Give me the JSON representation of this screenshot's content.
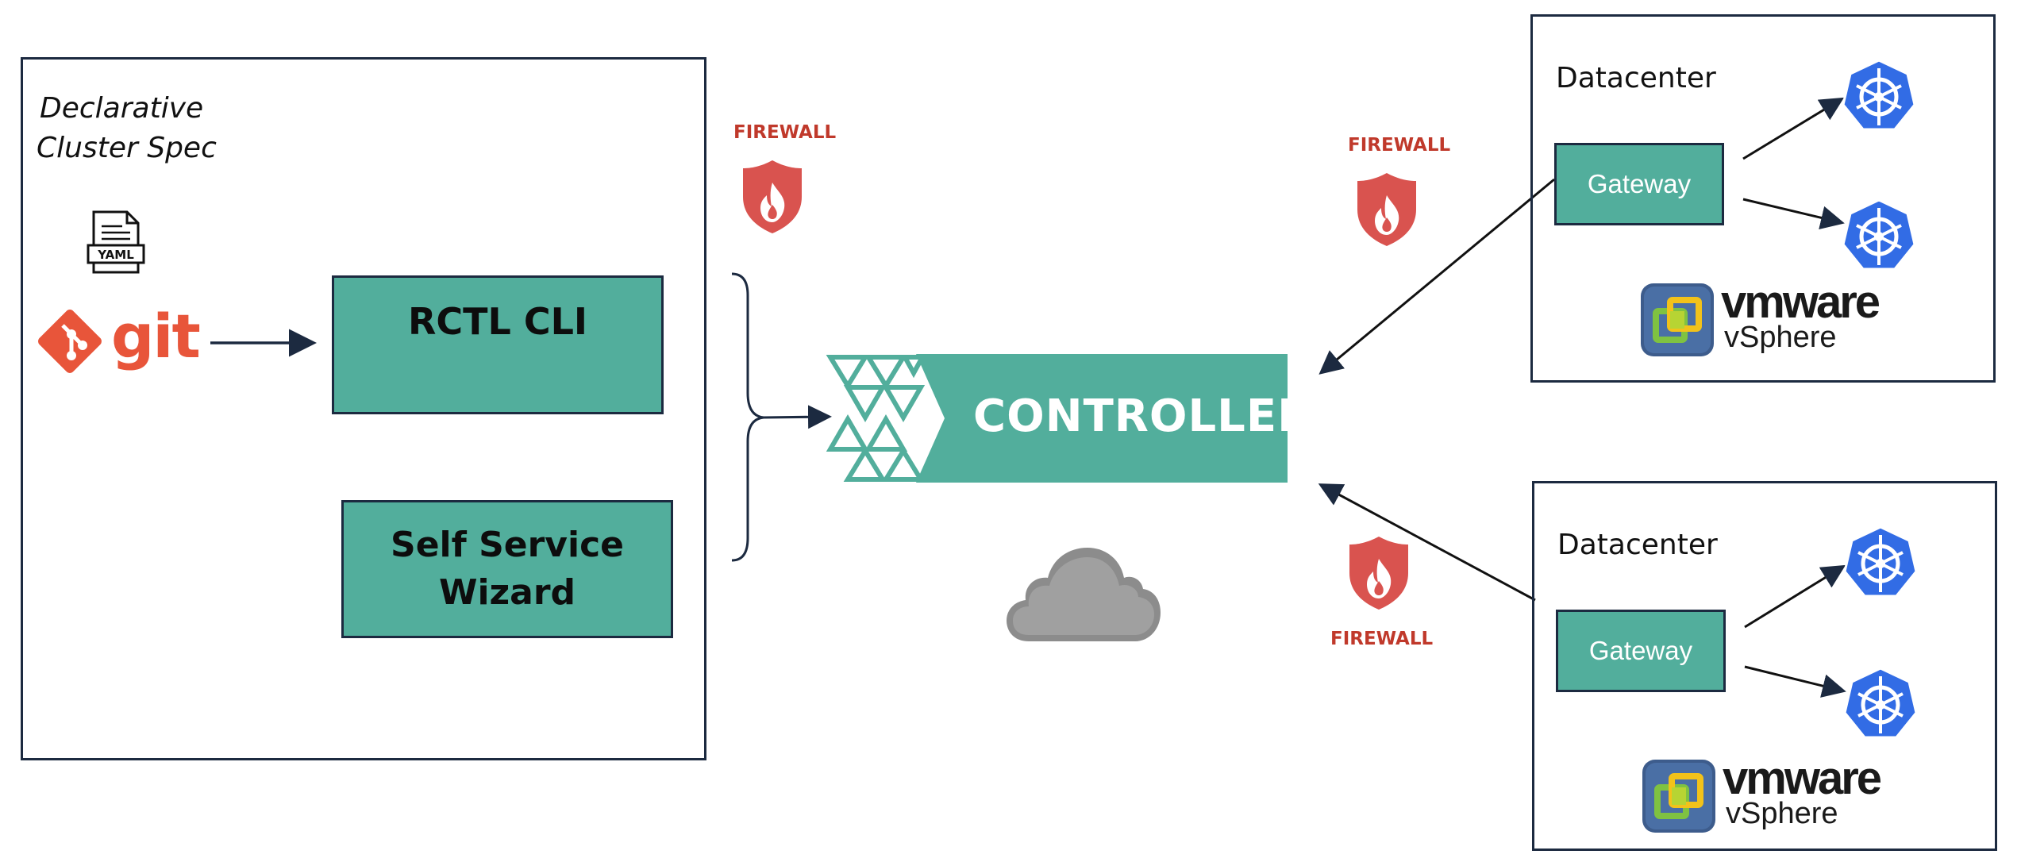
{
  "spec_panel": {
    "title_line1": "Declarative",
    "title_line2": "Cluster Spec",
    "yaml_label": "YAML",
    "git_label": "git",
    "rctl_label": "RCTL CLI",
    "wizard_line1": "Self Service",
    "wizard_line2": "Wizard"
  },
  "controller": {
    "label": "CONTROLLER"
  },
  "firewalls": [
    "FIREWALL",
    "FIREWALL",
    "FIREWALL"
  ],
  "datacenters": [
    {
      "title": "Datacenter",
      "gateway_label": "Gateway",
      "vmware_label": "vmware",
      "vsphere_label": "vSphere"
    },
    {
      "title": "Datacenter",
      "gateway_label": "Gateway",
      "vmware_label": "vmware",
      "vsphere_label": "vSphere"
    }
  ],
  "colors": {
    "teal": "#52ae9c",
    "navy_border": "#1c2a40",
    "firewall_red": "#d9534f",
    "firewall_label": "#c0392b",
    "git_orange": "#e8553a",
    "kubernetes_blue": "#326ce5",
    "cloud_gray": "#8c8c8c"
  },
  "icons": [
    "yaml-file-icon",
    "git-logo-icon",
    "firewall-icon",
    "cloud-icon",
    "kubernetes-icon",
    "vsphere-logo-icon",
    "controller-logo-icon"
  ]
}
